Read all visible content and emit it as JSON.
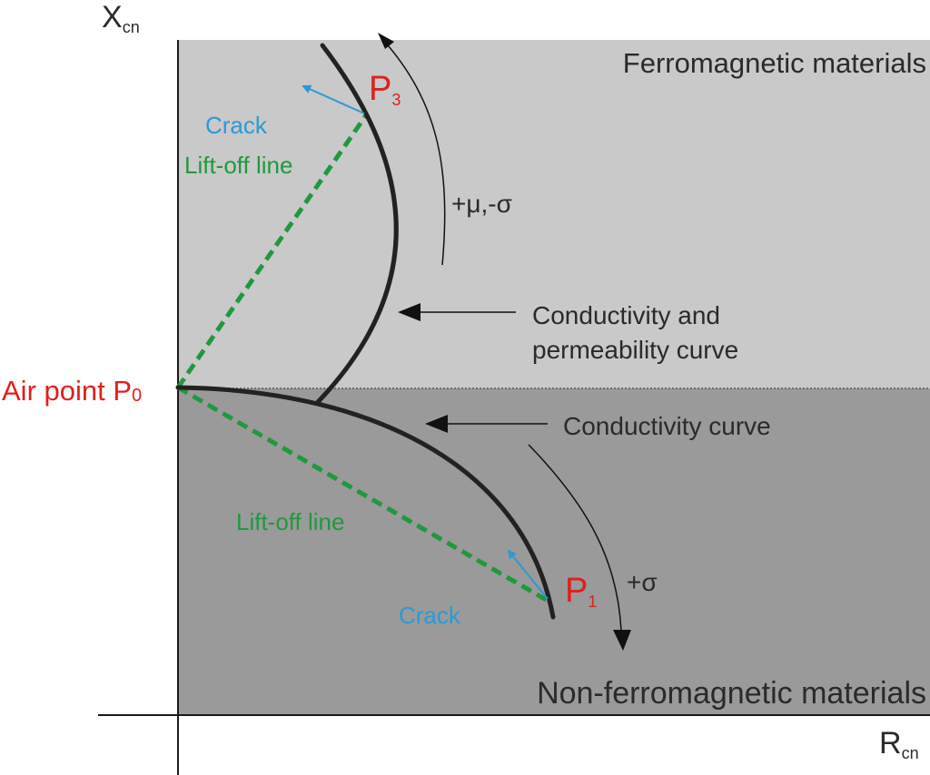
{
  "colors": {
    "ferro_region": "#c9c9c9",
    "nonferro_region": "#9a9a9a",
    "lift_off": "#1e9a3c",
    "crack": "#2a9ad6",
    "point_label": "#e0201b",
    "curve": "#222222",
    "text": "#2a2a2a"
  },
  "axes": {
    "y_label": "X",
    "y_sub": "cn",
    "x_label": "R",
    "x_sub": "cn"
  },
  "regions": {
    "ferro": "Ferromagnetic materials",
    "nonferro": "Non-ferromagnetic materials"
  },
  "points": {
    "p0_main": "Air point P",
    "p0_sub": "0",
    "p1_main": "P",
    "p1_sub": "1",
    "p3_main": "P",
    "p3_sub": "3"
  },
  "labels": {
    "crack_upper": "Crack",
    "crack_lower": "Crack",
    "liftoff_upper": "Lift-off line",
    "liftoff_lower": "Lift-off line",
    "mu_sigma": "+μ,-σ",
    "sigma": "+σ",
    "cond_perm_line1": "Conductivity and",
    "cond_perm_line2": "permeability curve",
    "cond_curve": "Conductivity curve"
  }
}
